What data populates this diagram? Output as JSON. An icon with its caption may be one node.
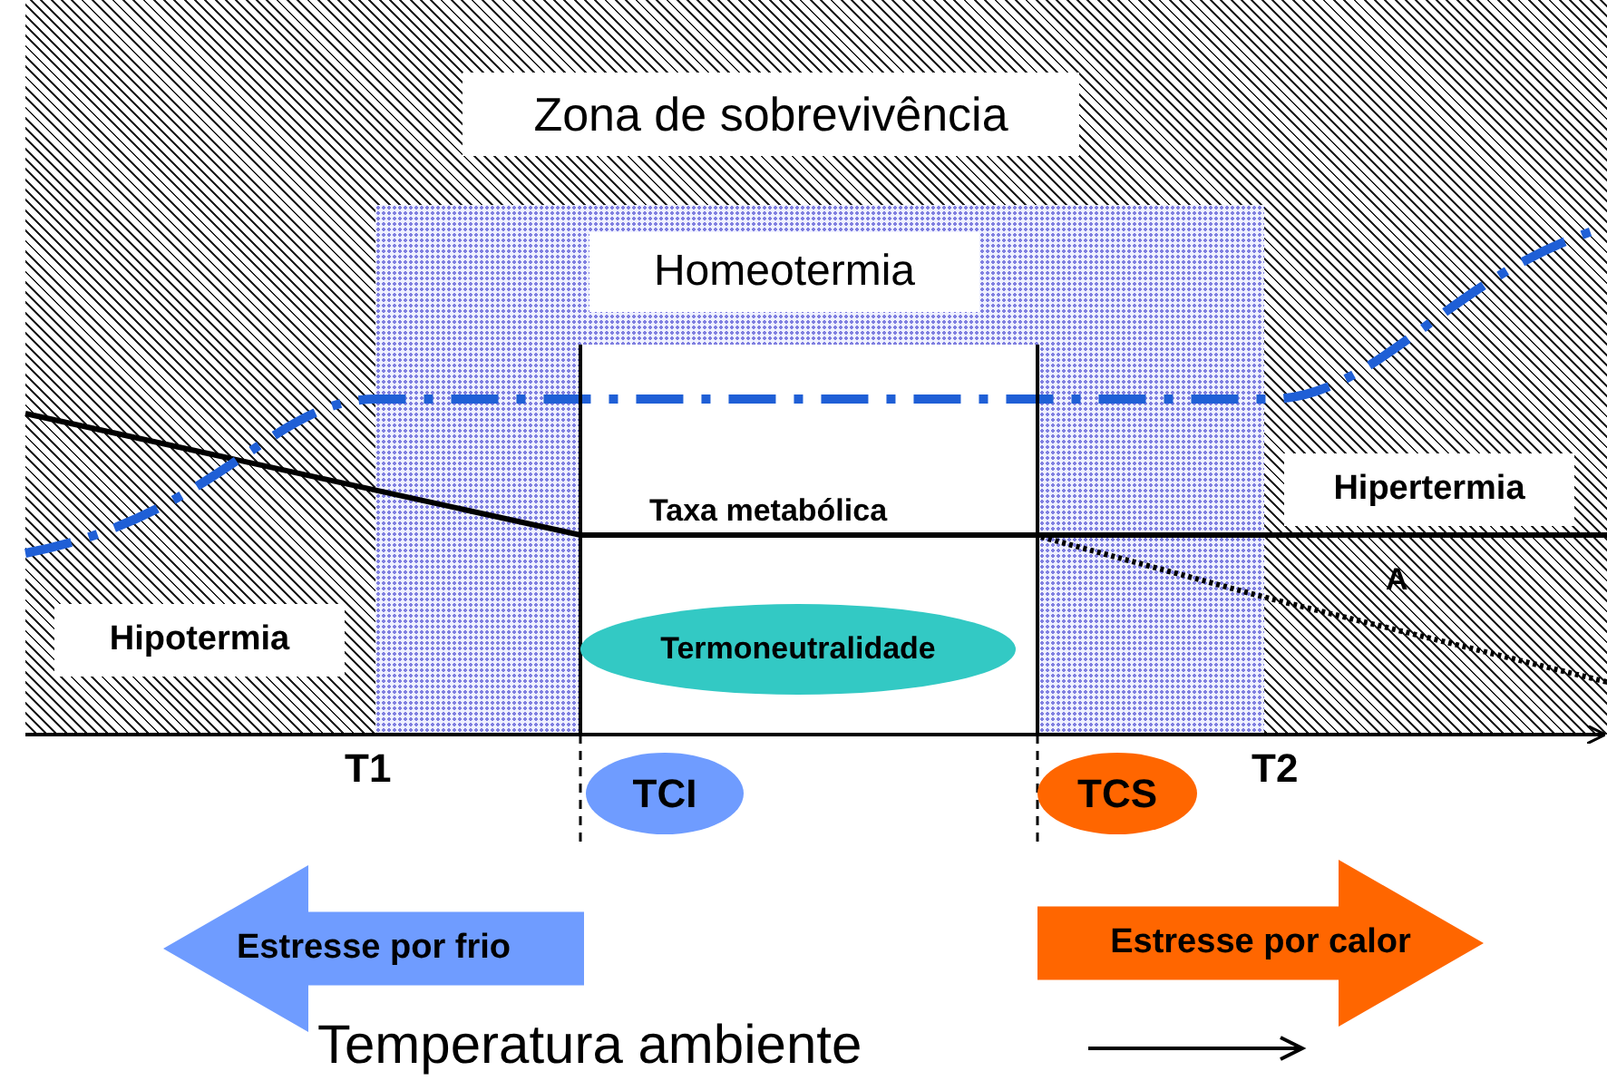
{
  "diagram": {
    "nodes": [
      {
        "text": [
          "Zona de sobrevivência"
        ]
      },
      {
        "text": [
          "Homeotermia"
        ],
        "in": 0
      },
      {
        "text": [
          "Termoneutralidade"
        ],
        "in": 1
      },
      {
        "text": [
          "Hipotermia"
        ],
        "in": 0
      },
      {
        "text": [
          "Hipertermia"
        ],
        "in": 0
      },
      {
        "text": [
          "TCI"
        ]
      },
      {
        "text": [
          "TCS"
        ]
      },
      {
        "text": [
          "Estresse por frio"
        ]
      },
      {
        "text": [
          "Estresse por calor"
        ]
      }
    ],
    "labels": [
      "Taxa metabólica",
      "A",
      "T1",
      "T2",
      "Temperatura ambiente"
    ]
  }
}
